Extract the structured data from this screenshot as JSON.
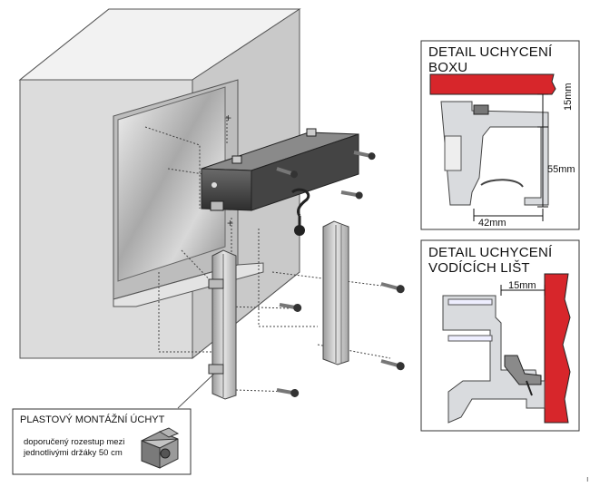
{
  "detail_box": {
    "title_line1": "DETAIL UCHYCENÍ",
    "title_line2": "BOXU",
    "dim_height_small": "15mm",
    "dim_height_large": "55mm",
    "dim_width": "42mm"
  },
  "detail_rails": {
    "title_line1": "DETAIL UCHYCENÍ",
    "title_line2": "VODÍCÍCH LIŠT",
    "dim_offset": "15mm"
  },
  "bracket_note": {
    "title": "PLASTOVÝ MONTÁŽNÍ ÚCHYT",
    "text_line1": "doporučený rozestup mezi",
    "text_line2": "jednotlivými držáky 50 cm"
  },
  "colors": {
    "wall_red": "#d7262b",
    "profile_gray": "#c9cccf",
    "panel_border": "#333333"
  }
}
